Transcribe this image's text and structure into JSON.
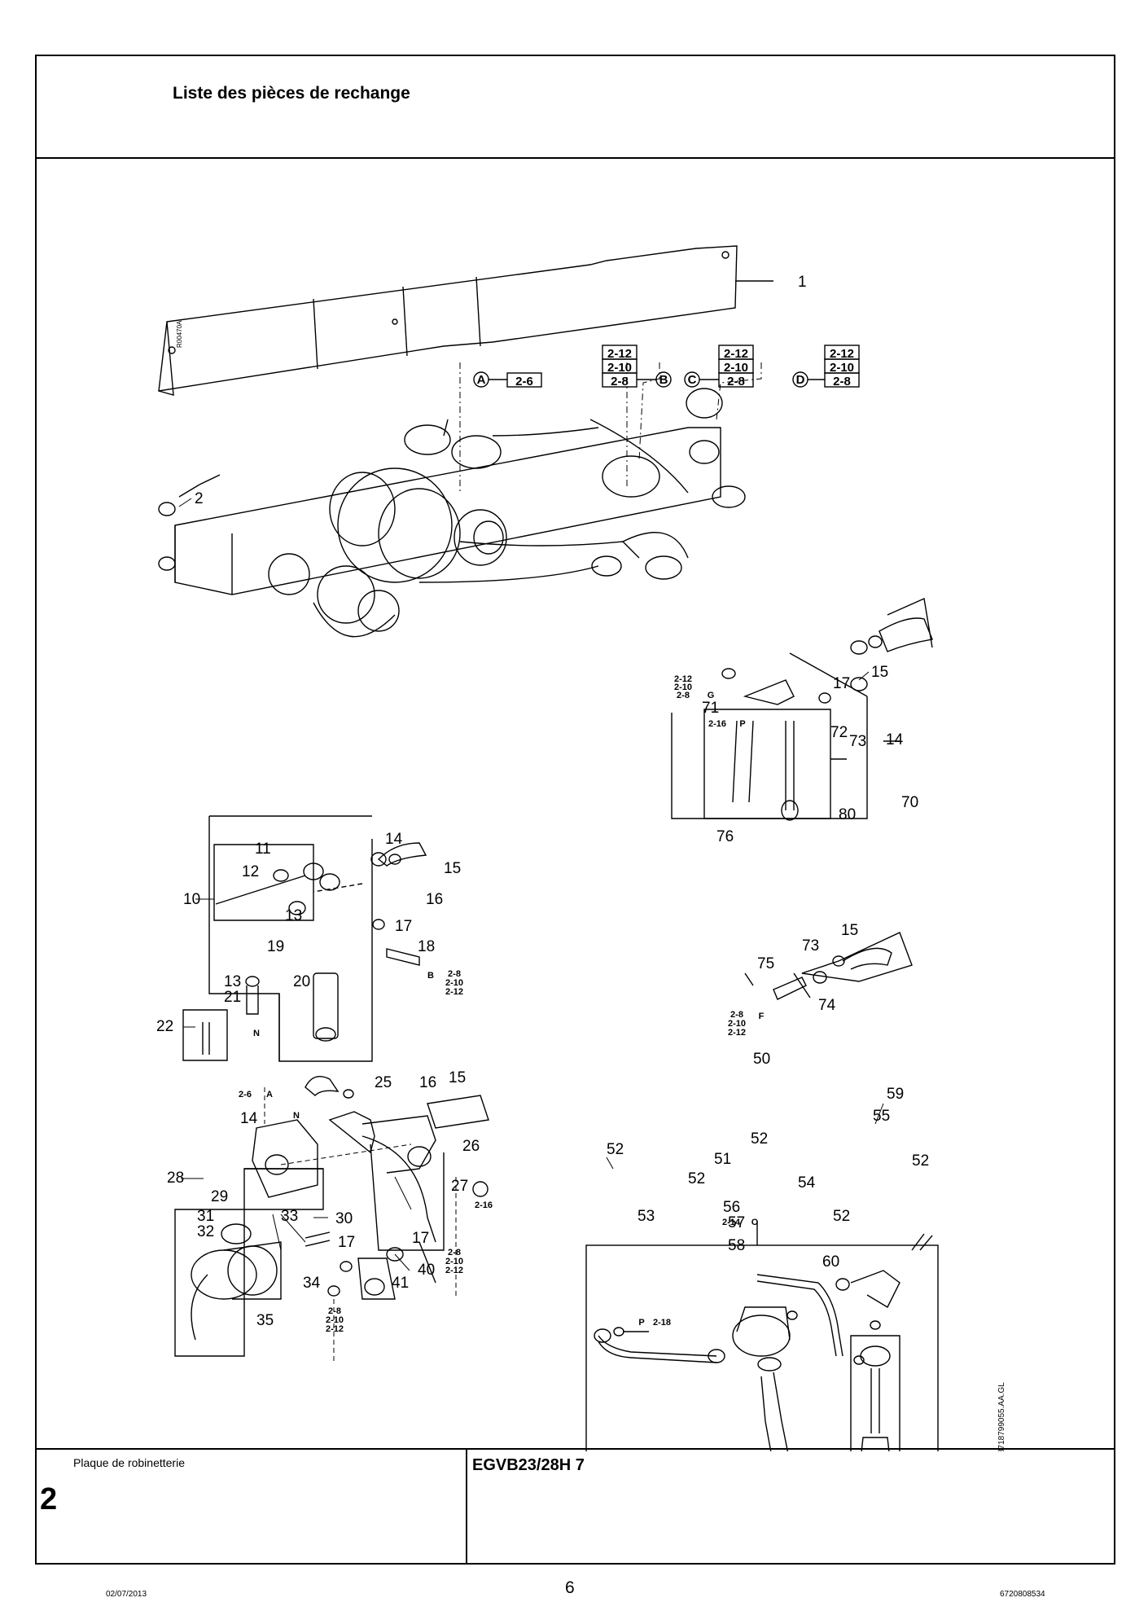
{
  "header": {
    "title": "Liste des pièces de rechange"
  },
  "footer": {
    "caption": "Plaque de robinetterie",
    "chapter": "2",
    "model": "EGVB23/28H 7"
  },
  "page": {
    "date": "02/07/2013",
    "number": "6",
    "doc_code": "6720808534"
  },
  "drawing": {
    "code_main": "R00470A",
    "code_side": "8718799055.AA.GL",
    "callouts": {
      "c1": "1",
      "c2": "2",
      "c10": "10",
      "c11": "11",
      "c12": "12",
      "c13a": "13",
      "c13b": "13",
      "c14a": "14",
      "c14b": "14",
      "c14c": "14",
      "c15a": "15",
      "c15b": "15",
      "c15c": "15",
      "c15d": "15",
      "c16a": "16",
      "c16b": "16",
      "c17a": "17",
      "c17b": "17",
      "c17c": "17",
      "c17d": "17",
      "c18": "18",
      "c19": "19",
      "c20": "20",
      "c21": "21",
      "c22": "22",
      "c25": "25",
      "c26": "26",
      "c27": "27",
      "c28": "28",
      "c29": "29",
      "c30": "30",
      "c31": "31",
      "c32": "32",
      "c33": "33",
      "c34": "34",
      "c35": "35",
      "c40": "40",
      "c41": "41",
      "c50": "50",
      "c51": "51",
      "c52a": "52",
      "c52b": "52",
      "c52c": "52",
      "c52d": "52",
      "c52e": "52",
      "c53": "53",
      "c54": "54",
      "c55": "55",
      "c56": "56",
      "c57": "57",
      "c58": "58",
      "c59": "59",
      "c60": "60",
      "c70": "70",
      "c71": "71",
      "c72": "72",
      "c73a": "73",
      "c73b": "73",
      "c74": "74",
      "c75": "75",
      "c76": "76",
      "c80": "80"
    },
    "refs": {
      "r212": "2-12",
      "r210": "2-10",
      "r28": "2-8",
      "r26": "2-6",
      "r214": "2-14",
      "r216": "2-16",
      "r218": "2-18",
      "A": "A",
      "B": "B",
      "C": "C",
      "D": "D",
      "F": "F",
      "G": "G",
      "N": "N",
      "P": "P",
      "O": "O"
    }
  }
}
